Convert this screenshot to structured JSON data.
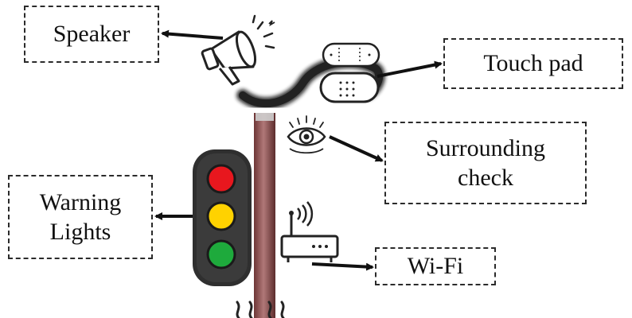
{
  "labels": {
    "speaker": "Speaker",
    "touch_pad": "Touch pad",
    "surrounding_check_line1": "Surrounding",
    "surrounding_check_line2": "check",
    "warning_lights_line1": "Warning",
    "warning_lights_line2": "Lights",
    "wifi": "Wi-Fi"
  },
  "icons": [
    "megaphone-icon",
    "touch-pad-icon",
    "eye-icon",
    "traffic-light-icon",
    "wifi-router-icon"
  ],
  "colors": {
    "pole": "#8a4a4a",
    "traffic_light_body": "#2f2f2f",
    "light_red": "#e8171e",
    "light_yellow": "#ffd200",
    "light_green": "#1eaa3c",
    "label_border": "#2b2b2b",
    "arrow": "#111111"
  }
}
